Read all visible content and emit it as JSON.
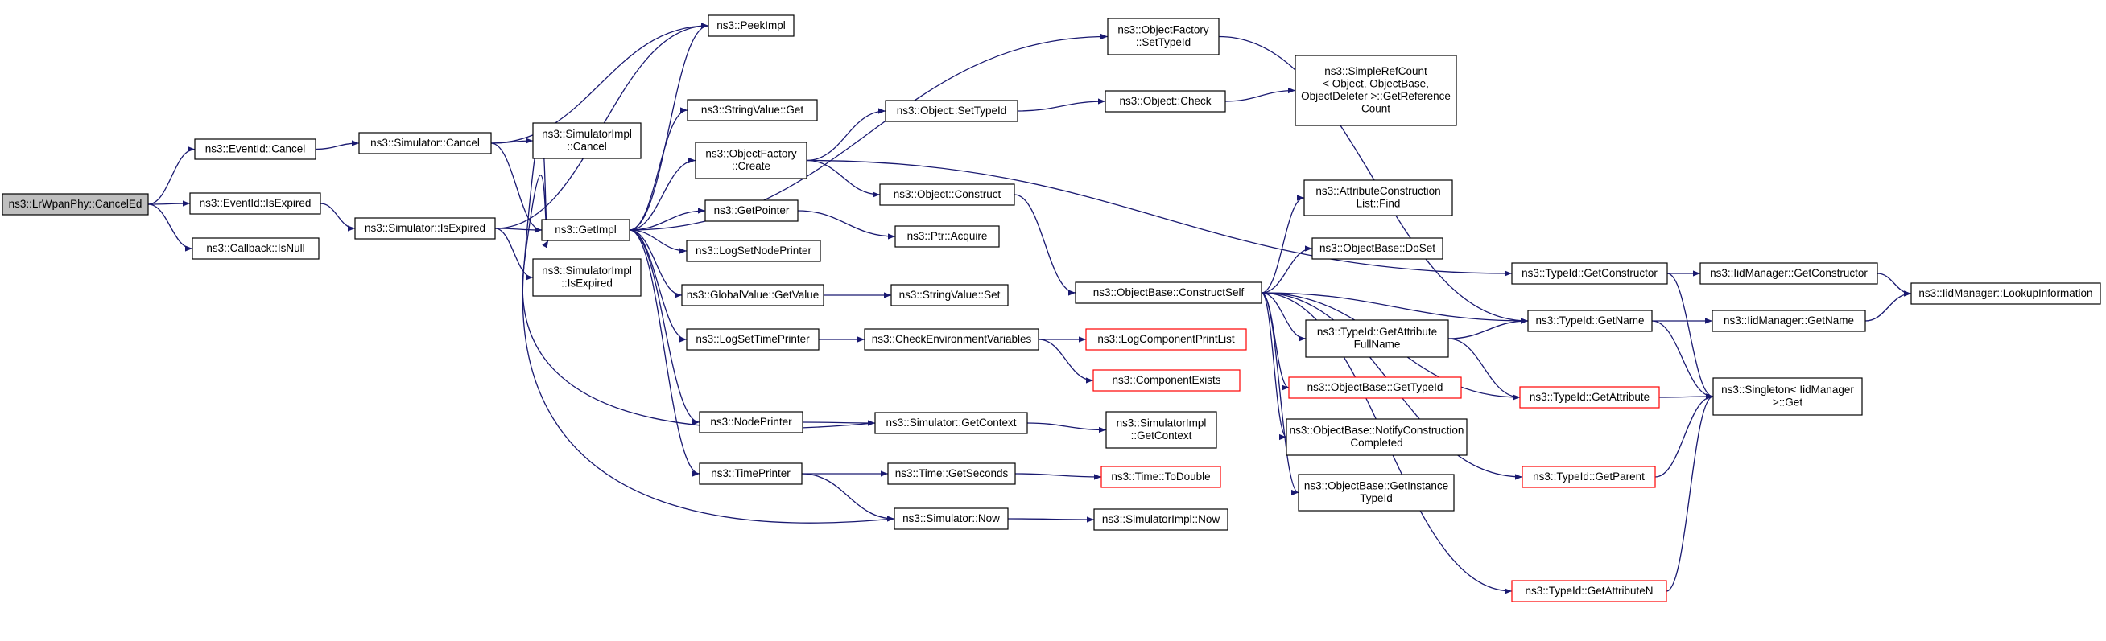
{
  "graph": {
    "colors": {
      "edge": "#191970",
      "border": "#000000",
      "truncated_border": "#ff0000",
      "root_fill": "#bfbfbf",
      "node_fill": "#ffffff"
    },
    "nodes": [
      {
        "id": "cancelEd",
        "lines": [
          "ns3::LrWpanPhy::CancelEd"
        ],
        "root": true
      },
      {
        "id": "evCancel",
        "lines": [
          "ns3::EventId::Cancel"
        ]
      },
      {
        "id": "evIsExpired",
        "lines": [
          "ns3::EventId::IsExpired"
        ]
      },
      {
        "id": "cbIsNull",
        "lines": [
          "ns3::Callback::IsNull"
        ]
      },
      {
        "id": "simCancel",
        "lines": [
          "ns3::Simulator::Cancel"
        ]
      },
      {
        "id": "simIsExpired",
        "lines": [
          "ns3::Simulator::IsExpired"
        ]
      },
      {
        "id": "simImplCancel",
        "lines": [
          "ns3::SimulatorImpl",
          "::Cancel"
        ]
      },
      {
        "id": "simImplIsExpired",
        "lines": [
          "ns3::SimulatorImpl",
          "::IsExpired"
        ]
      },
      {
        "id": "getImpl",
        "lines": [
          "ns3::GetImpl"
        ]
      },
      {
        "id": "peekImpl",
        "lines": [
          "ns3::PeekImpl"
        ]
      },
      {
        "id": "strValGet",
        "lines": [
          "ns3::StringValue::Get"
        ]
      },
      {
        "id": "objFactCreate",
        "lines": [
          "ns3::ObjectFactory",
          "::Create"
        ]
      },
      {
        "id": "getPointer",
        "lines": [
          "ns3::GetPointer"
        ]
      },
      {
        "id": "logSetNode",
        "lines": [
          "ns3::LogSetNodePrinter"
        ]
      },
      {
        "id": "globalGetValue",
        "lines": [
          "ns3::GlobalValue::GetValue"
        ]
      },
      {
        "id": "logSetTime",
        "lines": [
          "ns3::LogSetTimePrinter"
        ]
      },
      {
        "id": "nodePrinter",
        "lines": [
          "ns3::NodePrinter"
        ]
      },
      {
        "id": "timePrinter",
        "lines": [
          "ns3::TimePrinter"
        ]
      },
      {
        "id": "objFactSetTypeId",
        "lines": [
          "ns3::ObjectFactory",
          "::SetTypeId"
        ]
      },
      {
        "id": "objSetTypeId",
        "lines": [
          "ns3::Object::SetTypeId"
        ]
      },
      {
        "id": "objConstruct",
        "lines": [
          "ns3::Object::Construct"
        ]
      },
      {
        "id": "ptrAcquire",
        "lines": [
          "ns3::Ptr::Acquire"
        ]
      },
      {
        "id": "strValSet",
        "lines": [
          "ns3::StringValue::Set"
        ]
      },
      {
        "id": "checkEnv",
        "lines": [
          "ns3::CheckEnvironmentVariables"
        ]
      },
      {
        "id": "simGetContext",
        "lines": [
          "ns3::Simulator::GetContext"
        ]
      },
      {
        "id": "timeGetSeconds",
        "lines": [
          "ns3::Time::GetSeconds"
        ]
      },
      {
        "id": "simNow",
        "lines": [
          "ns3::Simulator::Now"
        ]
      },
      {
        "id": "objCheck",
        "lines": [
          "ns3::Object::Check"
        ]
      },
      {
        "id": "simpleRefCount",
        "lines": [
          "ns3::SimpleRefCount",
          "< Object, ObjectBase,",
          "ObjectDeleter >::GetReference",
          "Count"
        ]
      },
      {
        "id": "objBaseConstructSelf",
        "lines": [
          "ns3::ObjectBase::ConstructSelf"
        ]
      },
      {
        "id": "logCompPrintList",
        "lines": [
          "ns3::LogComponentPrintList"
        ],
        "truncated": true
      },
      {
        "id": "compExists",
        "lines": [
          "ns3::ComponentExists"
        ],
        "truncated": true
      },
      {
        "id": "simImplGetContext",
        "lines": [
          "ns3::SimulatorImpl",
          "::GetContext"
        ]
      },
      {
        "id": "timeToDouble",
        "lines": [
          "ns3::Time::ToDouble"
        ],
        "truncated": true
      },
      {
        "id": "simImplNow",
        "lines": [
          "ns3::SimulatorImpl::Now"
        ]
      },
      {
        "id": "attrConstructFind",
        "lines": [
          "ns3::AttributeConstruction",
          "List::Find"
        ]
      },
      {
        "id": "objBaseDoSet",
        "lines": [
          "ns3::ObjectBase::DoSet"
        ]
      },
      {
        "id": "typeIdGetAttrFullName",
        "lines": [
          "ns3::TypeId::GetAttribute",
          "FullName"
        ]
      },
      {
        "id": "objBaseGetTypeId",
        "lines": [
          "ns3::ObjectBase::GetTypeId"
        ],
        "truncated": true
      },
      {
        "id": "objBaseNotify",
        "lines": [
          "ns3::ObjectBase::NotifyConstruction",
          "Completed"
        ]
      },
      {
        "id": "objBaseGetInstance",
        "lines": [
          "ns3::ObjectBase::GetInstance",
          "TypeId"
        ]
      },
      {
        "id": "typeIdGetConstructor",
        "lines": [
          "ns3::TypeId::GetConstructor"
        ]
      },
      {
        "id": "typeIdGetName",
        "lines": [
          "ns3::TypeId::GetName"
        ]
      },
      {
        "id": "typeIdGetAttribute",
        "lines": [
          "ns3::TypeId::GetAttribute"
        ],
        "truncated": true
      },
      {
        "id": "typeIdGetParent",
        "lines": [
          "ns3::TypeId::GetParent"
        ],
        "truncated": true
      },
      {
        "id": "typeIdGetAttributeN",
        "lines": [
          "ns3::TypeId::GetAttributeN"
        ],
        "truncated": true
      },
      {
        "id": "iidGetConstructor",
        "lines": [
          "ns3::IidManager::GetConstructor"
        ]
      },
      {
        "id": "iidGetName",
        "lines": [
          "ns3::IidManager::GetName"
        ]
      },
      {
        "id": "singletonGet",
        "lines": [
          "ns3::Singleton< IidManager",
          ">::Get"
        ]
      },
      {
        "id": "iidLookup",
        "lines": [
          "ns3::IidManager::LookupInformation"
        ]
      }
    ],
    "edges": [
      [
        "cancelEd",
        "evCancel"
      ],
      [
        "cancelEd",
        "evIsExpired"
      ],
      [
        "cancelEd",
        "cbIsNull"
      ],
      [
        "evCancel",
        "simCancel"
      ],
      [
        "evIsExpired",
        "simIsExpired"
      ],
      [
        "simCancel",
        "peekImpl"
      ],
      [
        "simCancel",
        "simImplCancel"
      ],
      [
        "simCancel",
        "getImpl"
      ],
      [
        "simIsExpired",
        "peekImpl"
      ],
      [
        "simIsExpired",
        "getImpl"
      ],
      [
        "simIsExpired",
        "simImplIsExpired"
      ],
      [
        "getImpl",
        "peekImpl"
      ],
      [
        "getImpl",
        "objFactSetTypeId"
      ],
      [
        "getImpl",
        "strValGet"
      ],
      [
        "getImpl",
        "objFactCreate"
      ],
      [
        "getImpl",
        "getPointer"
      ],
      [
        "getImpl",
        "logSetNode"
      ],
      [
        "getImpl",
        "globalGetValue"
      ],
      [
        "getImpl",
        "logSetTime"
      ],
      [
        "getImpl",
        "nodePrinter"
      ],
      [
        "getImpl",
        "timePrinter"
      ],
      [
        "objFactCreate",
        "objSetTypeId"
      ],
      [
        "objFactCreate",
        "objConstruct"
      ],
      [
        "objFactCreate",
        "typeIdGetConstructor"
      ],
      [
        "objFactSetTypeId",
        "typeIdGetName"
      ],
      [
        "objSetTypeId",
        "objCheck"
      ],
      [
        "objCheck",
        "simpleRefCount"
      ],
      [
        "objConstruct",
        "objBaseConstructSelf"
      ],
      [
        "getPointer",
        "ptrAcquire"
      ],
      [
        "globalGetValue",
        "strValSet"
      ],
      [
        "logSetTime",
        "checkEnv"
      ],
      [
        "checkEnv",
        "logCompPrintList"
      ],
      [
        "checkEnv",
        "compExists"
      ],
      [
        "nodePrinter",
        "simGetContext"
      ],
      [
        "simGetContext",
        "getImpl"
      ],
      [
        "simGetContext",
        "simImplGetContext"
      ],
      [
        "timePrinter",
        "timeGetSeconds"
      ],
      [
        "timePrinter",
        "simNow"
      ],
      [
        "simNow",
        "getImpl"
      ],
      [
        "timeGetSeconds",
        "timeToDouble"
      ],
      [
        "simNow",
        "simImplNow"
      ],
      [
        "objBaseConstructSelf",
        "attrConstructFind"
      ],
      [
        "objBaseConstructSelf",
        "objBaseDoSet"
      ],
      [
        "objBaseConstructSelf",
        "typeIdGetName"
      ],
      [
        "objBaseConstructSelf",
        "typeIdGetAttrFullName"
      ],
      [
        "objBaseConstructSelf",
        "objBaseGetTypeId"
      ],
      [
        "objBaseConstructSelf",
        "objBaseNotify"
      ],
      [
        "objBaseConstructSelf",
        "objBaseGetInstance"
      ],
      [
        "objBaseConstructSelf",
        "typeIdGetAttribute"
      ],
      [
        "objBaseConstructSelf",
        "typeIdGetParent"
      ],
      [
        "objBaseConstructSelf",
        "typeIdGetAttributeN"
      ],
      [
        "typeIdGetAttrFullName",
        "typeIdGetName"
      ],
      [
        "typeIdGetAttrFullName",
        "typeIdGetAttribute"
      ],
      [
        "typeIdGetConstructor",
        "iidGetConstructor"
      ],
      [
        "typeIdGetConstructor",
        "singletonGet"
      ],
      [
        "typeIdGetName",
        "iidGetName"
      ],
      [
        "typeIdGetName",
        "singletonGet"
      ],
      [
        "typeIdGetAttribute",
        "singletonGet"
      ],
      [
        "typeIdGetParent",
        "singletonGet"
      ],
      [
        "typeIdGetAttributeN",
        "singletonGet"
      ],
      [
        "iidGetConstructor",
        "iidLookup"
      ],
      [
        "iidGetName",
        "iidLookup"
      ]
    ]
  }
}
